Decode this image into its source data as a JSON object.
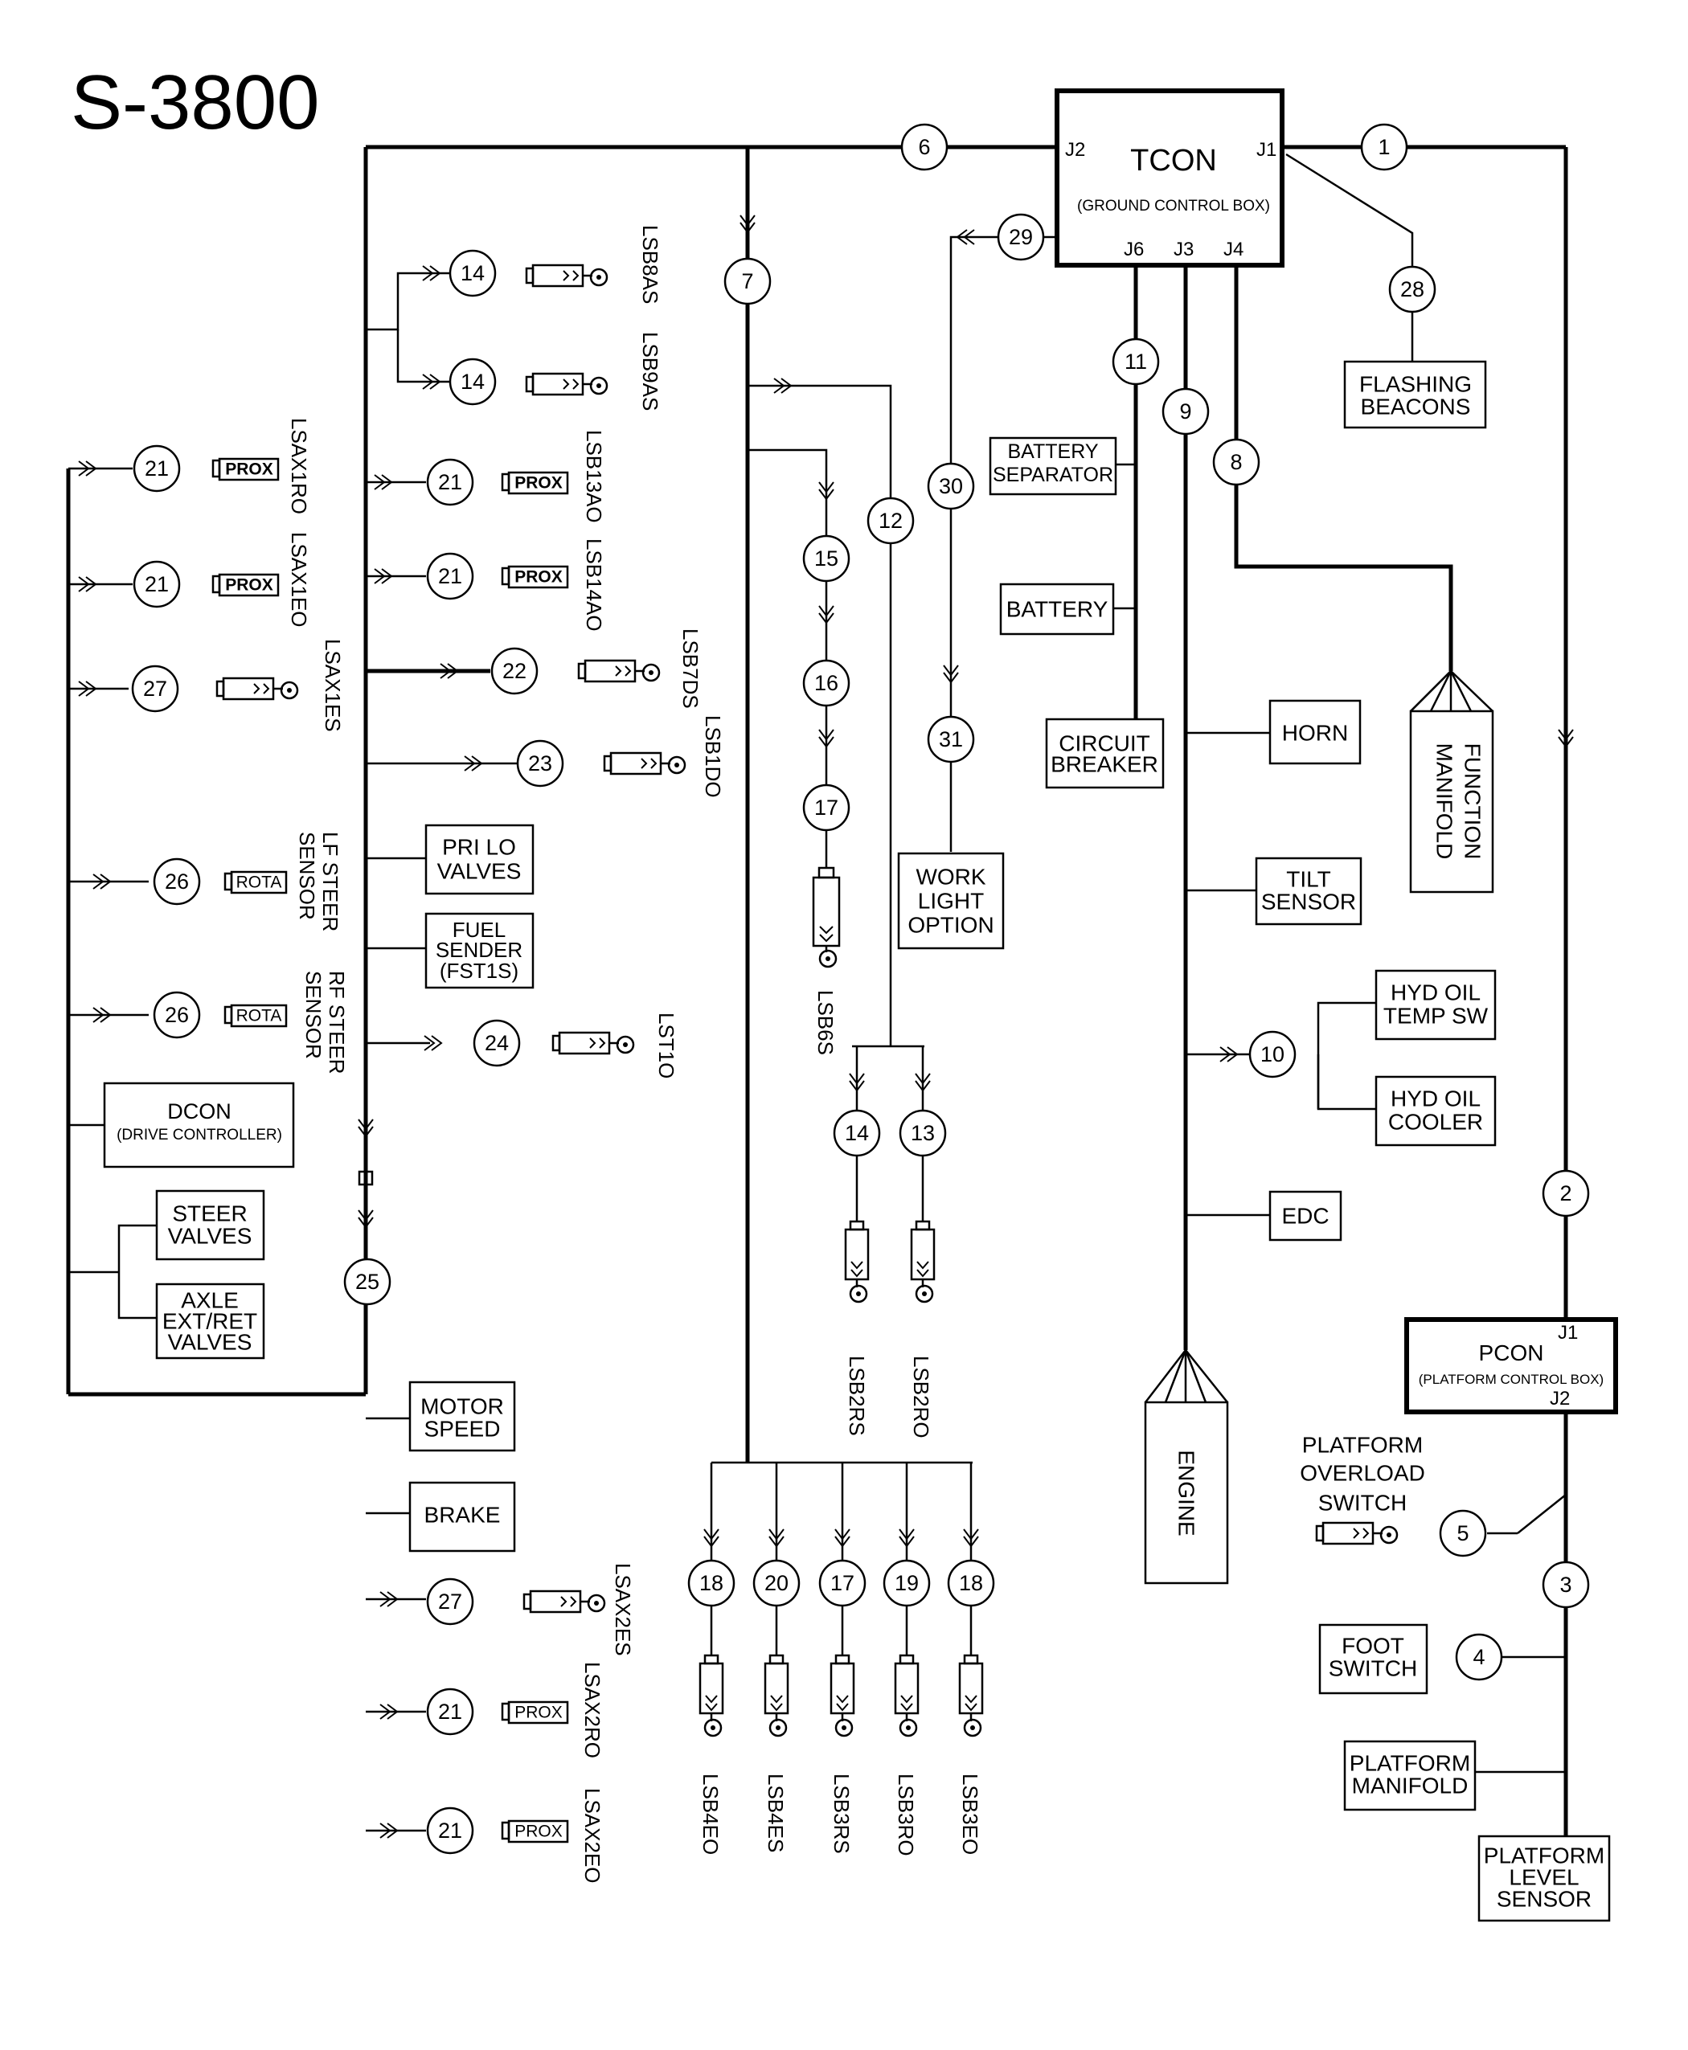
{
  "title": "S-3800",
  "tcon": {
    "name": "TCON",
    "subtitle": "(GROUND CONTROL BOX)",
    "j1": "J1",
    "j2": "J2",
    "j3": "J3",
    "j4": "J4",
    "j6": "J6"
  },
  "pcon": {
    "name": "PCON",
    "subtitle": "(PLATFORM CONTROL BOX)",
    "j1": "J1",
    "j2": "J2"
  },
  "dcon": {
    "name": "DCON",
    "subtitle": "(DRIVE CONTROLLER)"
  },
  "boxes": {
    "flashing_beacons": [
      "FLASHING",
      "BEACONS"
    ],
    "battery_separator": [
      "BATTERY",
      "SEPARATOR"
    ],
    "battery": "BATTERY",
    "circuit_breaker": [
      "CIRCUIT",
      "BREAKER"
    ],
    "horn": "HORN",
    "tilt_sensor": [
      "TILT",
      "SENSOR"
    ],
    "hyd_oil_temp_sw": [
      "HYD OIL",
      "TEMP SW"
    ],
    "hyd_oil_cooler": [
      "HYD OIL",
      "COOLER"
    ],
    "edc": "EDC",
    "work_light_option": [
      "WORK",
      "LIGHT",
      "OPTION"
    ],
    "function_manifold": [
      "FUNCTION",
      "MANIFOLD"
    ],
    "engine": "ENGINE",
    "pri_lo_valves": [
      "PRI LO",
      "VALVES"
    ],
    "fuel_sender": [
      "FUEL",
      "SENDER",
      "(FST1S)"
    ],
    "steer_valves": [
      "STEER",
      "VALVES"
    ],
    "axle_ext_ret_valves": [
      "AXLE",
      "EXT/RET",
      "VALVES"
    ],
    "motor_speed": [
      "MOTOR",
      "SPEED"
    ],
    "brake": "BRAKE",
    "foot_switch": [
      "FOOT",
      "SWITCH"
    ],
    "platform_manifold": [
      "PLATFORM",
      "MANIFOLD"
    ],
    "platform_level_sensor": [
      "PLATFORM",
      "LEVEL",
      "SENSOR"
    ],
    "platform_overload_switch": [
      "PLATFORM",
      "OVERLOAD",
      "SWITCH"
    ]
  },
  "sensor_tags": {
    "prox": "PROX",
    "rota": "ROTA"
  },
  "switch_labels": {
    "lsb8as": "LSB8AS",
    "lsb9as": "LSB9AS",
    "lsb13ao": "LSB13AO",
    "lsb14ao": "LSB14AO",
    "lsb7ds": "LSB7DS",
    "lsb1do": "LSB1DO",
    "lst1o": "LST1O",
    "lsb6s": "LSB6S",
    "lsb2rs": "LSB2RS",
    "lsb2ro": "LSB2RO",
    "lsb4eo": "LSB4EO",
    "lsb4es": "LSB4ES",
    "lsb3rs": "LSB3RS",
    "lsb3ro": "LSB3RO",
    "lsb3eo": "LSB3EO",
    "lsax1ro": "LSAX1RO",
    "lsax1eo": "LSAX1EO",
    "lsax1es": "LSAX1ES",
    "lf_steer_sensor": [
      "LF STEER",
      "SENSOR"
    ],
    "rf_steer_sensor": [
      "RF STEER",
      "SENSOR"
    ],
    "lsax2es": "LSAX2ES",
    "lsax2ro": "LSAX2RO",
    "lsax2eo": "LSAX2EO"
  },
  "connectors": {
    "c1": "1",
    "c2": "2",
    "c3": "3",
    "c4": "4",
    "c5": "5",
    "c6": "6",
    "c7": "7",
    "c8": "8",
    "c9": "9",
    "c10": "10",
    "c11": "11",
    "c12": "12",
    "c13": "13",
    "c14a": "14",
    "c14b": "14",
    "c14c": "14",
    "c15": "15",
    "c16": "16",
    "c17a": "17",
    "c17b": "17",
    "c18a": "18",
    "c18b": "18",
    "c19": "19",
    "c20": "20",
    "c21a": "21",
    "c21b": "21",
    "c21c": "21",
    "c21d": "21",
    "c21e": "21",
    "c21f": "21",
    "c22": "22",
    "c23": "23",
    "c24": "24",
    "c25": "25",
    "c26a": "26",
    "c26b": "26",
    "c27a": "27",
    "c27b": "27",
    "c28": "28",
    "c29": "29",
    "c30": "30",
    "c31": "31"
  }
}
